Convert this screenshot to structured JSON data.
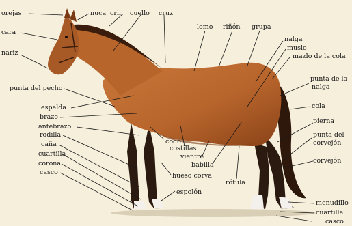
{
  "diagram": {
    "labels": {
      "orejas": "orejas",
      "nuca": "nuca",
      "crin": "crin",
      "cuello": "cuello",
      "cruz": "cruz",
      "cara": "cara",
      "nariz": "nariz",
      "lomo": "lomo",
      "rinon": "riñón",
      "grupa": "grupa",
      "nalga": "nalga",
      "muslo": "muslo",
      "mazlo_cola": "mazlo de la cola",
      "punta_nalga_1": "punta de la",
      "punta_nalga_2": "nalga",
      "punta_pecho": "punta del pecho",
      "espalda": "espalda",
      "brazo": "brazo",
      "antebrazo": "antebrazo",
      "rodilla": "rodilla",
      "cana": "caña",
      "cuartilla_front": "cuartilla",
      "corona": "corona",
      "casco_front": "casco",
      "codo": "codo",
      "costillas": "costillas",
      "vientre": "vientre",
      "babilla": "babilla",
      "hueso_corva": "hueso corva",
      "espolon": "espolón",
      "rotula": "rótula",
      "cola": "cola",
      "pierna": "pierna",
      "punta_corvejon_1": "punta del",
      "punta_corvejon_2": "corvejón",
      "corvejon": "corvejón",
      "menudillo": "menudillo",
      "cuartilla_hind": "cuartilla",
      "casco_hind": "casco"
    },
    "colors": {
      "background": "#f6efdc",
      "coat": "#b8652c",
      "coat_dark": "#8a4318",
      "mane": "#3a1d0c",
      "legs": "#2b1a10",
      "socks": "#f4f1ec"
    }
  }
}
